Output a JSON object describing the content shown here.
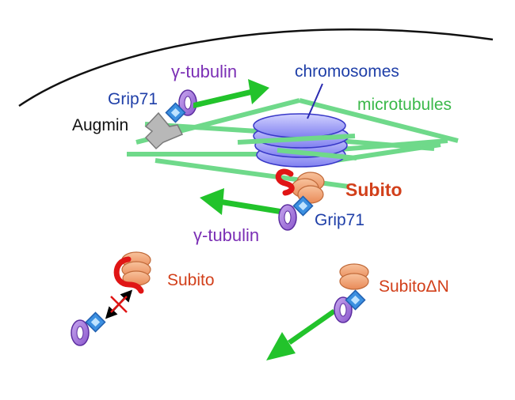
{
  "labels": {
    "gamma_tubulin_top": "γ-tubulin",
    "grip71_top": "Grip71",
    "augmin": "Augmin",
    "chromosomes": "chromosomes",
    "microtubules": "microtubules",
    "subito_main": "Subito",
    "grip71_mid": "Grip71",
    "gamma_tubulin_mid": "γ-tubulin",
    "subito_bottom_left": "Subito",
    "subito_delta_n": "SubitoΔN"
  },
  "colors": {
    "microtubule": "#6fd98a",
    "arrow": "#22c32b",
    "chromosome_fill": "#a9a9ff",
    "chromosome_stroke": "#3838c8",
    "gamma_tubulin": "#9b6fd6",
    "grip71": "#3b8fe0",
    "augmin": "#b8b8b8",
    "subito_body": "#f2a878",
    "subito_tail": "#e01515",
    "purple_text": "#7b2fb5",
    "blue_text": "#1f3fa8",
    "green_text": "#3bb84a",
    "red_text": "#d2401b"
  },
  "icons": {
    "gamma_tubulin": "ring-icon",
    "grip71": "diamond-square-icon",
    "augmin": "y-shape-icon",
    "subito": "stacked-ovals-icon",
    "blocked_interaction": "crossed-double-arrow-icon"
  }
}
